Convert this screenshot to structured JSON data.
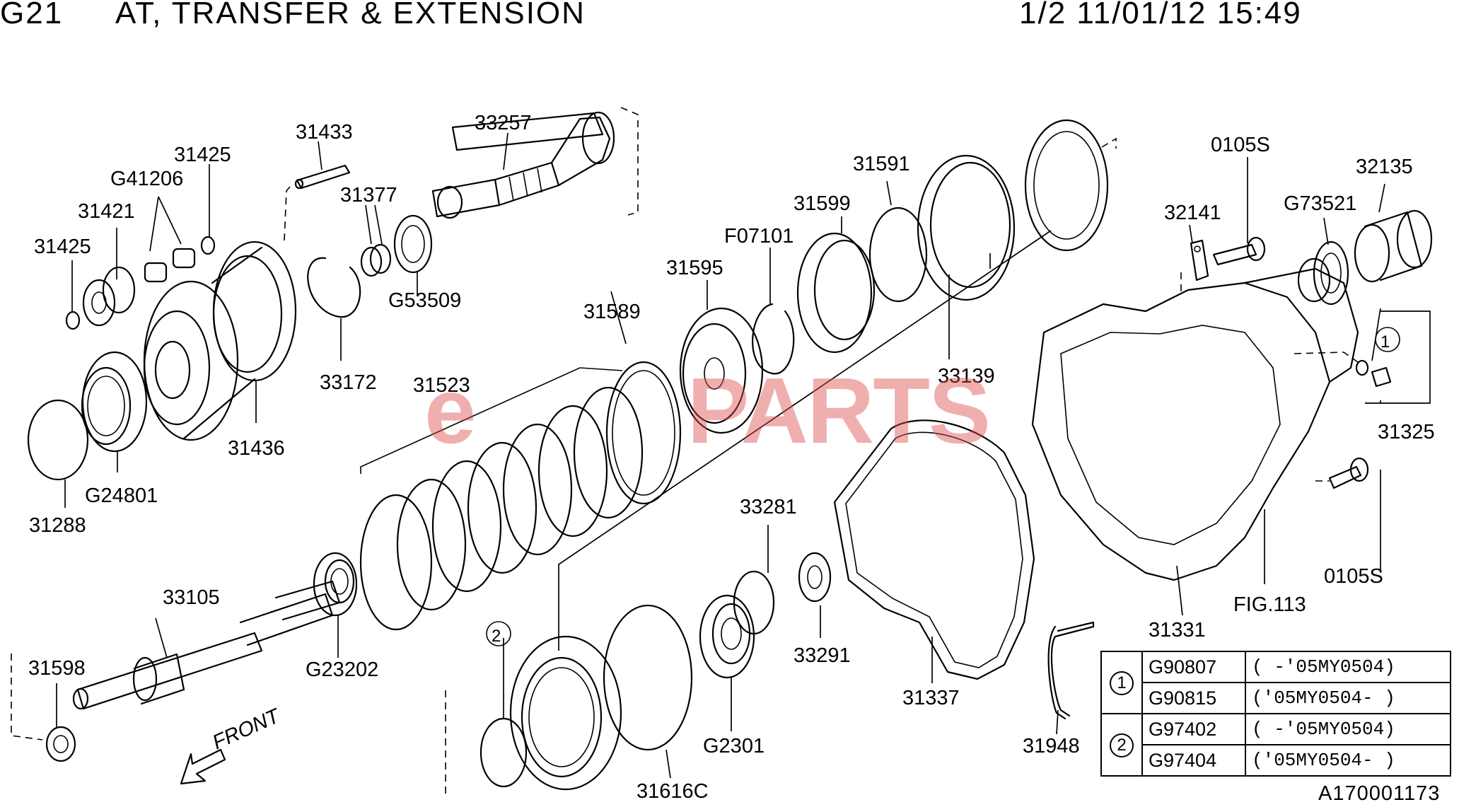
{
  "header": {
    "code": "G21",
    "title": "AT, TRANSFER & EXTENSION",
    "page_date": "1/2 11/01/12 15:49"
  },
  "watermark": {
    "part1": "e",
    "part2": "PARTS"
  },
  "labels": {
    "p31433": "31433",
    "p33257": "33257",
    "p31425a": "31425",
    "p31425b": "31425",
    "pG41206": "G41206",
    "p31377": "31377",
    "p31421": "31421",
    "pG53509": "G53509",
    "p33172": "33172",
    "p31436": "31436",
    "pG24801": "G24801",
    "p31288": "31288",
    "p31523": "31523",
    "p31589": "31589",
    "p31595": "31595",
    "pF07101": "F07101",
    "p31599": "31599",
    "p31591": "31591",
    "p33139": "33139",
    "p32141": "32141",
    "p0105Sa": "0105S",
    "p32135": "32135",
    "pG73521": "G73521",
    "p31325": "31325",
    "p0105Sb": "0105S",
    "pFIG113": "FIG.113",
    "p31331": "31331",
    "p33105": "33105",
    "p31598": "31598",
    "pG23202": "G23202",
    "p33281": "33281",
    "p33291": "33291",
    "p31337": "31337",
    "pG2301": "G2301",
    "p31616C": "31616C",
    "p31948": "31948",
    "front": "FRONT",
    "callout1": "1",
    "callout2": "2"
  },
  "legend": [
    {
      "ref": "1",
      "code": "G90807",
      "range": "(  -'05MY0504)"
    },
    {
      "ref": "",
      "code": "G90815",
      "range": "('05MY0504-  )"
    },
    {
      "ref": "2",
      "code": "G97402",
      "range": "(  -'05MY0504)"
    },
    {
      "ref": "",
      "code": "G97404",
      "range": "('05MY0504-  )"
    }
  ],
  "footer": {
    "drawing_id": "A170001173"
  }
}
